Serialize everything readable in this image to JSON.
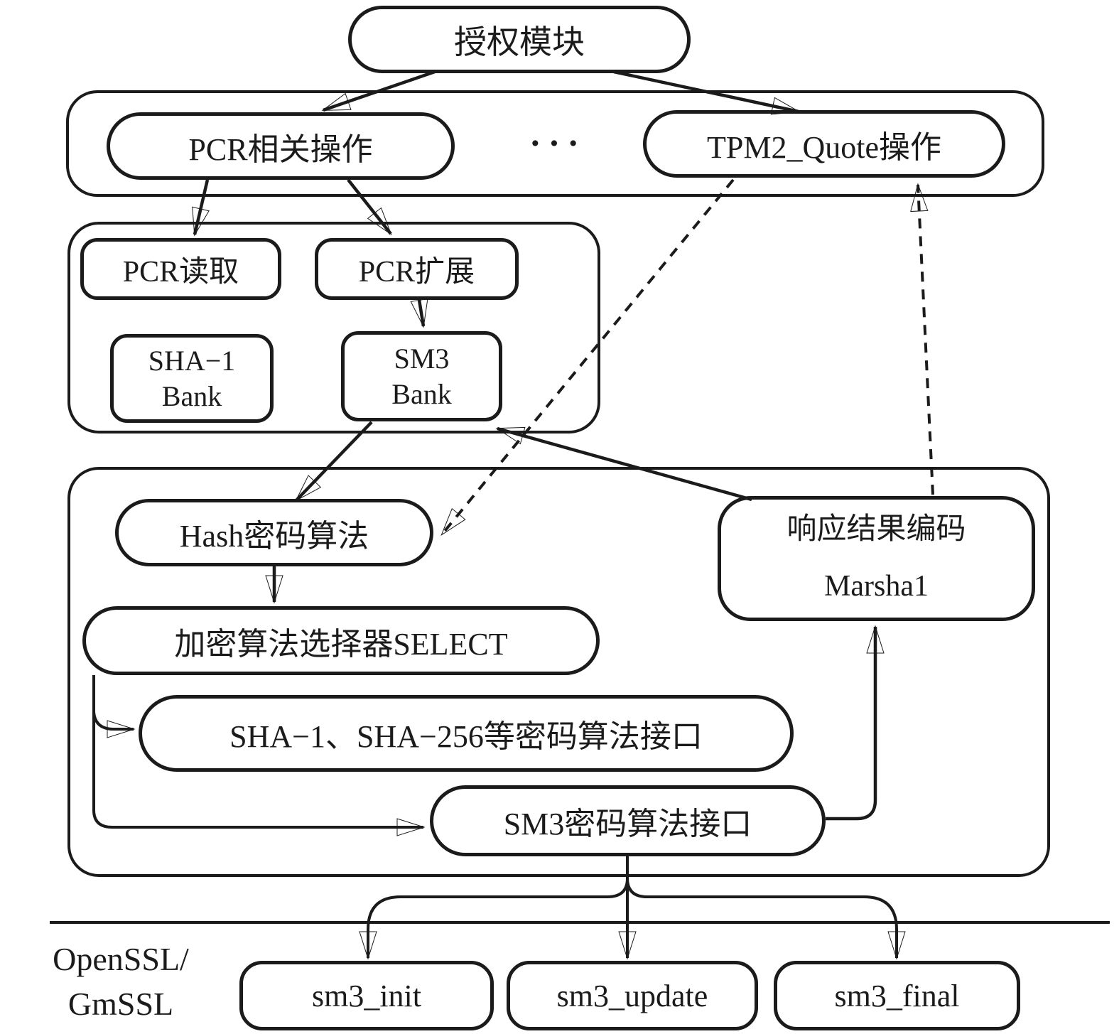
{
  "diagram": {
    "background": "#ffffff",
    "stroke_color": "#1b1b1b",
    "nodes": {
      "auth_module": {
        "label": "授权模块"
      },
      "pcr_operations": {
        "label": "PCR相关操作"
      },
      "ellipsis": {
        "label": "···"
      },
      "tpm2_quote": {
        "label": "TPM2_Quote操作"
      },
      "pcr_read": {
        "label": "PCR读取"
      },
      "pcr_extend": {
        "label": "PCR扩展"
      },
      "sha1_bank": {
        "line1": "SHA−1",
        "line2": "Bank"
      },
      "sm3_bank": {
        "line1": "SM3",
        "line2": "Bank"
      },
      "hash_algorithm": {
        "label": "Hash密码算法"
      },
      "response_marshal": {
        "line1": "响应结果编码",
        "line2": "Marsha1"
      },
      "select": {
        "label": "加密算法选择器SELECT"
      },
      "sha_interfaces": {
        "label": "SHA−1、SHA−256等密码算法接口"
      },
      "sm3_interface": {
        "label": "SM3密码算法接口"
      },
      "openssl_gmssl": {
        "line1": "OpenSSL/",
        "line2": "GmSSL"
      },
      "sm3_init": {
        "label": "sm3_init"
      },
      "sm3_update": {
        "label": "sm3_update"
      },
      "sm3_final": {
        "label": "sm3_final"
      }
    }
  }
}
